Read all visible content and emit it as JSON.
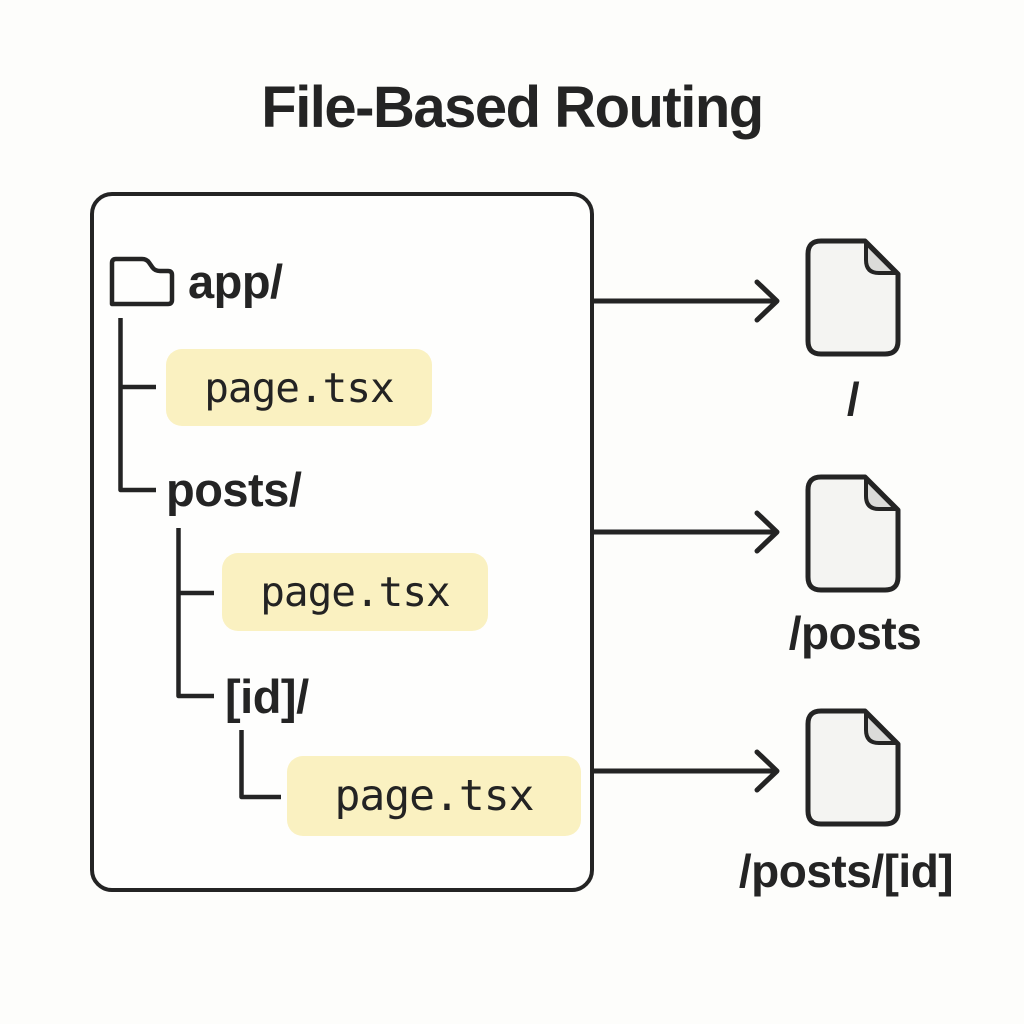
{
  "title": "File-Based Routing",
  "palette": {
    "ink": "#242424",
    "highlight": "#FAF1C1",
    "file_fill": "#F4F4F2",
    "file_fold": "#DBDBD9",
    "background": "#FDFDFB"
  },
  "tree": {
    "root": {
      "label": "app/",
      "icon": "folder-icon"
    },
    "nodes": [
      {
        "label": "page.tsx",
        "type": "file",
        "highlighted": true
      },
      {
        "label": "posts/",
        "type": "folder",
        "highlighted": false
      },
      {
        "label": "page.tsx",
        "type": "file",
        "highlighted": true
      },
      {
        "label": "[id]/",
        "type": "folder",
        "highlighted": false
      },
      {
        "label": "page.tsx",
        "type": "file",
        "highlighted": true
      }
    ]
  },
  "routes": [
    {
      "path": "/",
      "icon": "file-icon"
    },
    {
      "path": "/posts",
      "icon": "file-icon"
    },
    {
      "path": "/posts/[id]",
      "icon": "file-icon"
    }
  ]
}
